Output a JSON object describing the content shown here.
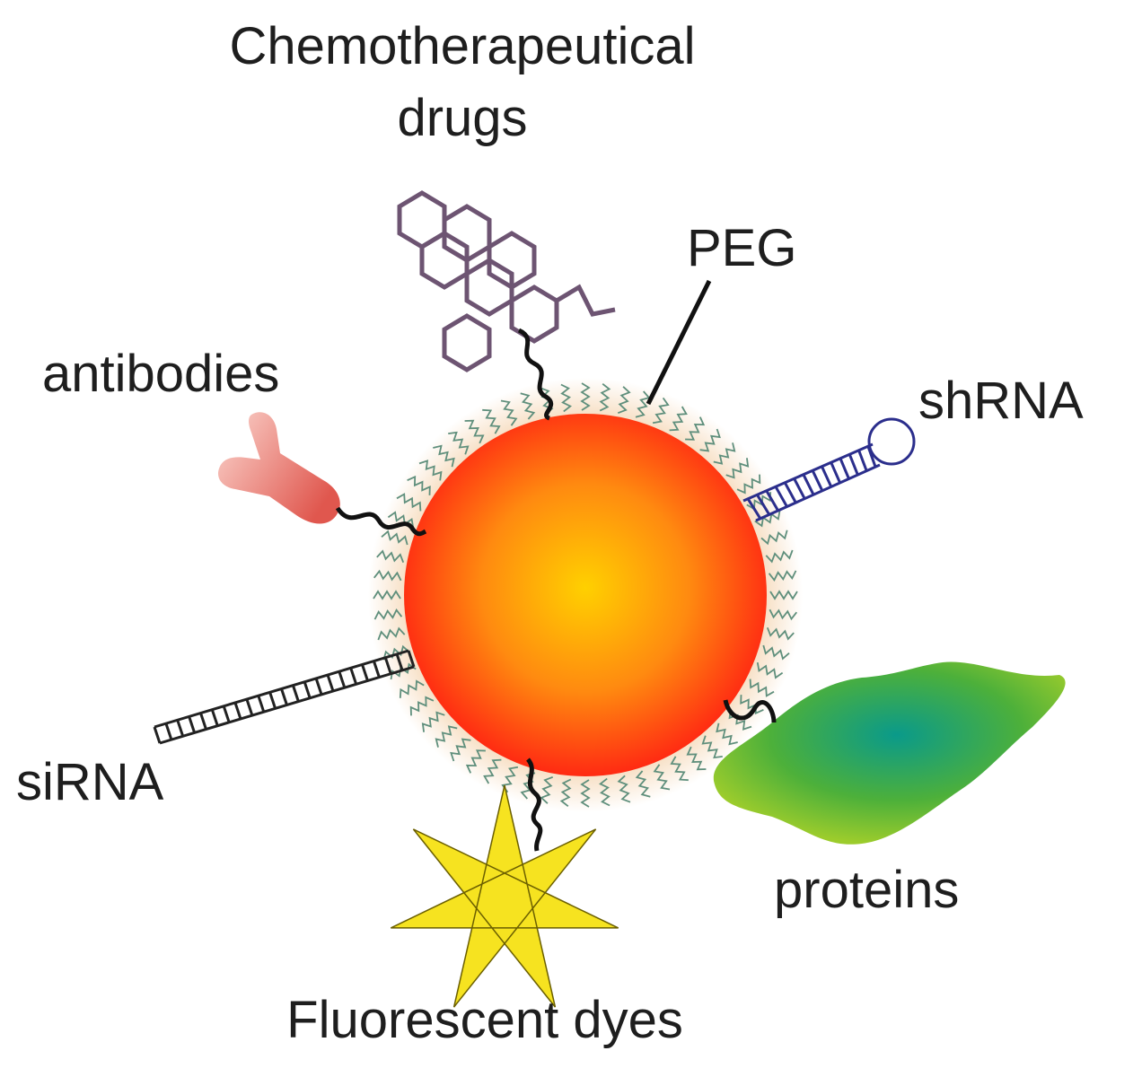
{
  "labels": {
    "chemo_line1": "Chemotherapeutical",
    "chemo_line2": "drugs",
    "peg": "PEG",
    "antibodies": "antibodies",
    "shrna": "shRNA",
    "sirna": "siRNA",
    "proteins": "proteins",
    "dyes": "Fluorescent dyes"
  },
  "colors": {
    "nanoparticle_center": "#ffd000",
    "nanoparticle_edge": "#ff2a12",
    "peg_strand": "#5f8f7c",
    "halo": "#f5d7b5",
    "drug": "#6d5472",
    "shrna": "#2b2e8c",
    "sirna": "#222222",
    "antibody": "#e0574e",
    "protein_center": "#0a9a8a",
    "protein_edge": "#9ccc2c",
    "dye": "#f6e320",
    "linker": "#111111"
  },
  "icons": {
    "nanoparticle": "orange-sphere",
    "drug": "fused-hexagon-molecule",
    "antibody": "y-shaped-antibody",
    "shrna": "hairpin-rna",
    "sirna": "double-stranded-ladder",
    "protein": "green-blob",
    "dye": "seven-point-star"
  }
}
